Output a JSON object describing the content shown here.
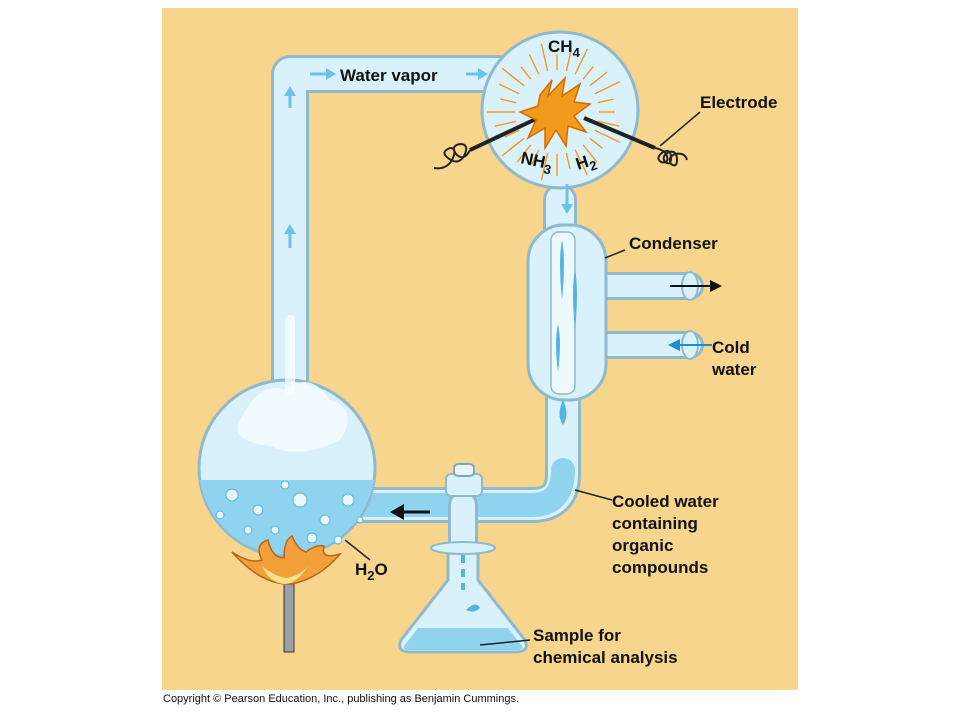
{
  "colors": {
    "background": "#f8d58c",
    "glass": "#d9f1fb",
    "glass_edge": "#8fb9cc",
    "water": "#8fd3ee",
    "water_dark": "#55b4e0",
    "flow_arrow": "#6cc3ea",
    "spark": "#f29a1d",
    "flame": "#f2a03a",
    "text": "#111111"
  },
  "labels": {
    "water_vapor": "Water vapor",
    "ch4": {
      "base": "CH",
      "sub": "4"
    },
    "nh3": {
      "base": "NH",
      "sub": "3"
    },
    "h2": {
      "base": "H",
      "sub": "2"
    },
    "h2o": {
      "base": "H",
      "sub": "2",
      "tail": "O"
    },
    "electrode": "Electrode",
    "condenser": "Condenser",
    "cold_water": [
      "Cold",
      "water"
    ],
    "cooled_water": [
      "Cooled water",
      "containing",
      "organic",
      "compounds"
    ],
    "sample": [
      "Sample for",
      "chemical analysis"
    ]
  },
  "icons": [
    "spark-icon",
    "flame-icon",
    "flow-arrow-icon",
    "electrode-coil-icon"
  ],
  "copyright": "Copyright © Pearson Education, Inc., publishing as Benjamin Cummings."
}
